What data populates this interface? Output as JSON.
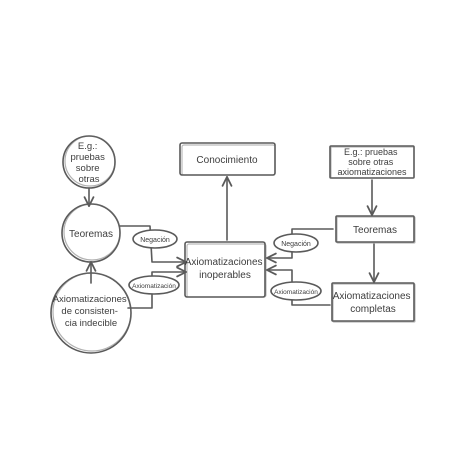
{
  "diagram": {
    "left": {
      "example": [
        "E.g.:",
        "pruebas",
        "sobre",
        "otras"
      ],
      "teoremas": "Teoremas",
      "axiomatizaciones": [
        "Axiomatizaciones",
        "de consisten-",
        "cia indecible"
      ],
      "negacion": "Negación",
      "axiomatizacion": "Axiomatización"
    },
    "center": {
      "conocimiento": "Conocimiento",
      "inoperables": [
        "Axiomatizaciones",
        "inoperables"
      ]
    },
    "right": {
      "example": [
        "E.g.: pruebas",
        "sobre otras",
        "axiomatizaciones"
      ],
      "teoremas": "Teoremas",
      "completas": [
        "Axiomatizaciones",
        "completas"
      ],
      "negacion": "Negación",
      "axiomatizacion": "Axiomatización"
    }
  }
}
